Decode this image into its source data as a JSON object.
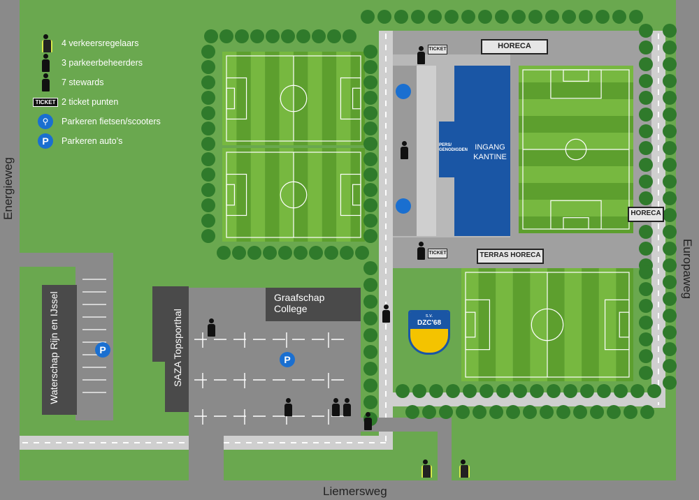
{
  "legend": {
    "items": [
      {
        "icon": "traffic-controller-icon",
        "label": "4 verkeersregelaars"
      },
      {
        "icon": "parking-attendant-icon",
        "label": "3 parkeerbeheerders"
      },
      {
        "icon": "steward-icon",
        "label": "7 stewards"
      },
      {
        "icon": "ticket-icon",
        "label": "2 ticket punten",
        "chip": "TICKET"
      },
      {
        "icon": "bicycle-parking-icon",
        "label": "Parkeren fietsen/scooters"
      },
      {
        "icon": "car-parking-icon",
        "label": "Parkeren auto’s",
        "chip": "P"
      }
    ]
  },
  "roads": {
    "west": "Energieweg",
    "east": "Europaweg",
    "south": "Liemersweg"
  },
  "buildings": {
    "waterschap": "Waterschap Rijn en IJssel",
    "saza": "SAZA Topsporthal",
    "graafschap": "Graafschap College",
    "pers": "PERS/ GENODIGDEN",
    "ingang": "INGANG KANTINE"
  },
  "signs": {
    "horeca_top": "HORECA",
    "horeca_right": "HORECA",
    "terras": "TERRAS HORECA",
    "ticket": "TICKET",
    "parking": "P"
  },
  "club_logo": {
    "prefix": "s.v.",
    "name": "DZC'68"
  },
  "colors": {
    "grass": "#6aa84f",
    "pitch_light": "#77b840",
    "pitch_dark": "#5d9f2e",
    "road": "#8a8a8a",
    "path": "#cfcfcf",
    "building": "#4a4a4a",
    "canteen": "#1a56a5",
    "tree": "#2f7a2b",
    "parking_blue": "#1a6fd0"
  }
}
